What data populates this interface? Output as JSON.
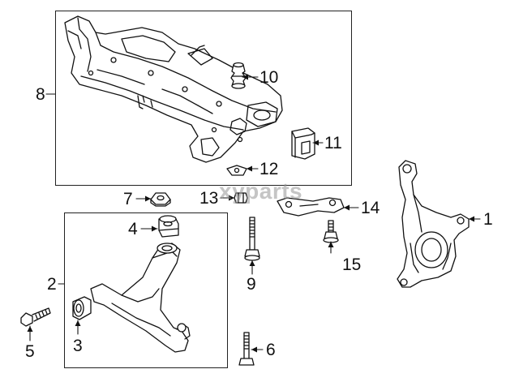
{
  "watermark": "xyparts",
  "callouts": {
    "c1": "1",
    "c2": "2",
    "c3": "3",
    "c4": "4",
    "c5": "5",
    "c6": "6",
    "c7": "7",
    "c8": "8",
    "c9": "9",
    "c10": "10",
    "c11": "11",
    "c12": "12",
    "c13": "13",
    "c14": "14",
    "c15": "15"
  }
}
